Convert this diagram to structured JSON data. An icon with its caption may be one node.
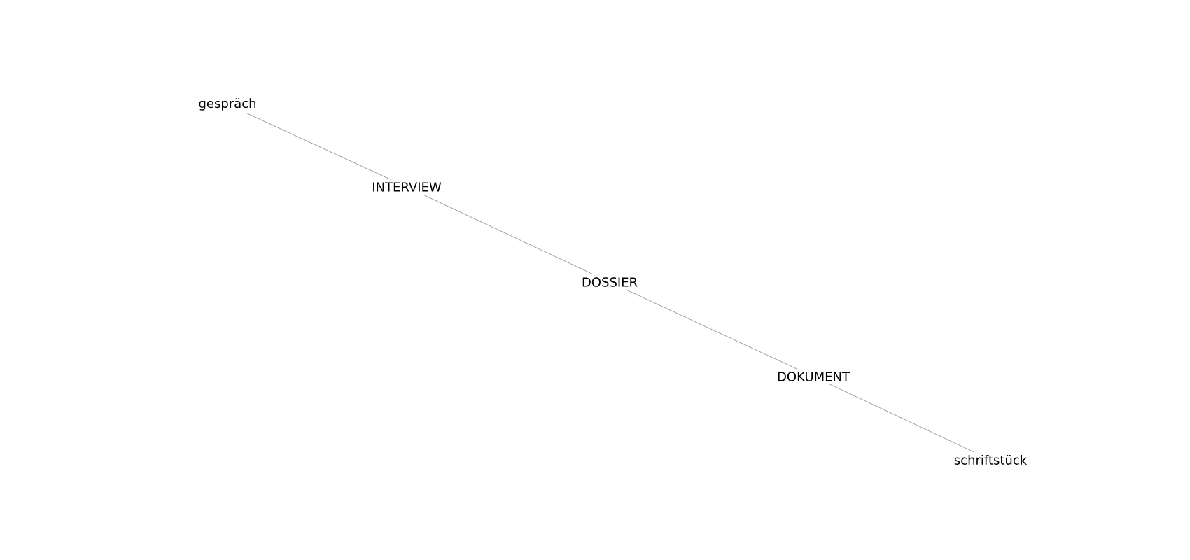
{
  "diagram": {
    "nodes": [
      {
        "text": [
          "gespräch"
        ]
      },
      {
        "text": [
          "INTERVIEW"
        ]
      },
      {
        "text": [
          "DOSSIER"
        ]
      },
      {
        "text": [
          "DOKUMENT"
        ]
      },
      {
        "text": [
          "schriftstück"
        ]
      }
    ],
    "edges": [
      {
        "from": 0,
        "to": 1,
        "arrow": "none"
      },
      {
        "from": 1,
        "to": 2,
        "arrow": "none"
      },
      {
        "from": 2,
        "to": 3,
        "arrow": "none"
      },
      {
        "from": 3,
        "to": 4,
        "arrow": "none"
      }
    ]
  }
}
